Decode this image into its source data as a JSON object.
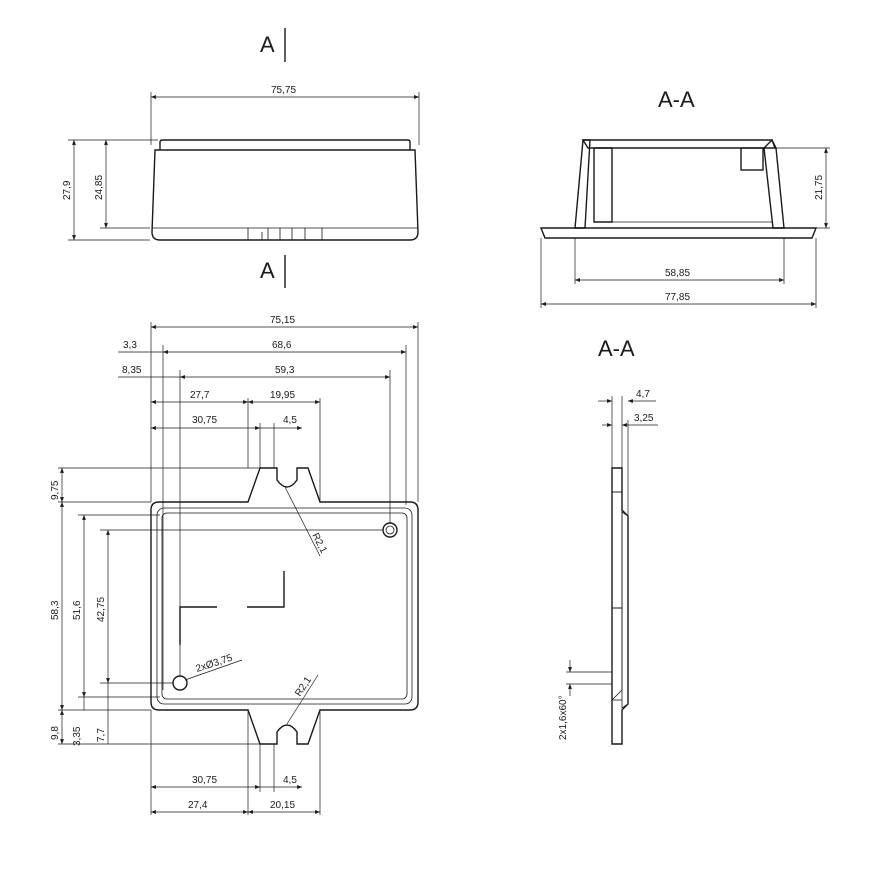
{
  "section_labels": {
    "cut_top": "A",
    "cut_bottom": "A",
    "section_title_1": "A-A",
    "section_title_2": "A-A"
  },
  "front_view": {
    "width": "75,75",
    "height_total": "27,9",
    "height_body": "24,85"
  },
  "section_view": {
    "height": "21,75",
    "inner_width": "58,85",
    "outer_width": "77,85"
  },
  "top_view": {
    "overall_width": "75,15",
    "hole_span": "68,6",
    "offset_left": "3,3",
    "inner_span": "59,3",
    "offset_inner": "8,35",
    "tab_pos_top": "27,7",
    "tab_width_top": "19,95",
    "slot_pos_top": "30,75",
    "slot_width_top": "4,5",
    "height_tab_top": "9,75",
    "height_overall": "58,3",
    "height_inner": "51,6",
    "height_holes": "42,75",
    "height_tab_bottom": "9,8",
    "offset_bottom": "3,35",
    "offset_hole_bottom": "7,7",
    "radius_top": "R2,1",
    "radius_bottom": "R2,1",
    "holes_note": "2xØ3,75",
    "slot_pos_bottom": "30,75",
    "slot_width_bottom": "4,5",
    "tab_pos_bottom": "27,4",
    "tab_width_bottom": "20,15"
  },
  "side_section": {
    "wall_total": "4,7",
    "wall_thin": "3,25",
    "chamfer_note": "2x1,6x60°"
  }
}
